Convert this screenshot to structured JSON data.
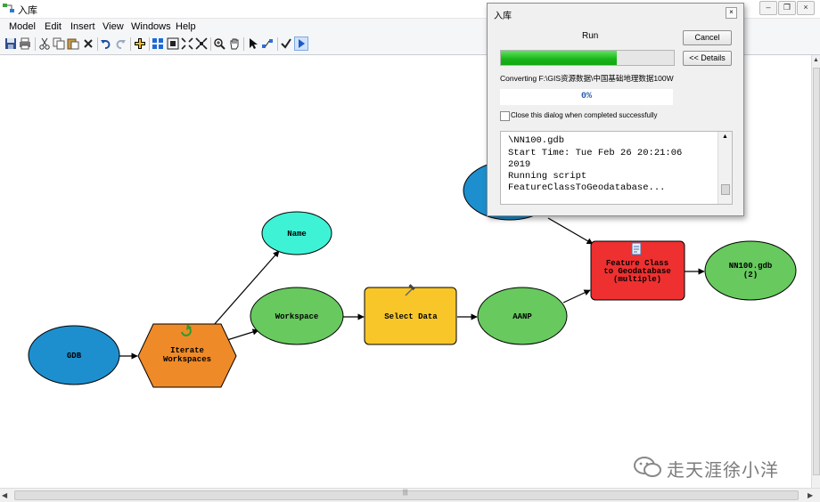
{
  "window": {
    "title": "入库",
    "controls": [
      "minimize-icon",
      "restore-icon",
      "close-icon"
    ]
  },
  "menu": [
    "Model",
    "Edit",
    "Insert",
    "View",
    "Windows",
    "Help"
  ],
  "toolbar_icons": [
    "save-icon",
    "print-icon",
    "cut-icon",
    "copy-icon",
    "paste-icon",
    "delete-icon",
    "undo-icon",
    "redo-icon",
    "add-data-icon",
    "auto-layout-icon",
    "full-extent-icon",
    "fixed-zoom-in-icon",
    "fixed-zoom-out-icon",
    "zoom-in-icon",
    "pan-icon",
    "select-icon",
    "connect-icon",
    "validate-icon",
    "run-icon"
  ],
  "model": {
    "nodes": [
      {
        "id": "gdb",
        "type": "variable",
        "label": [
          "GDB"
        ],
        "color": "#1e8fce"
      },
      {
        "id": "iterate",
        "type": "iterator",
        "label": [
          "Iterate",
          "Workspaces"
        ],
        "color": "#ef8a28"
      },
      {
        "id": "name",
        "type": "output",
        "label": [
          "Name"
        ],
        "color": "#3ef2d6"
      },
      {
        "id": "workspace",
        "type": "output",
        "label": [
          "Workspace"
        ],
        "color": "#67c95e"
      },
      {
        "id": "select-data",
        "type": "tool",
        "label": [
          "Select Data"
        ],
        "color": "#f8c628"
      },
      {
        "id": "aanp",
        "type": "output",
        "label": [
          "AANP"
        ],
        "color": "#67c95e"
      },
      {
        "id": "partial-input",
        "type": "variable",
        "label": [],
        "color": "#1e8fce"
      },
      {
        "id": "fc-to-gdb",
        "type": "tool",
        "label": [
          "Feature Class",
          "to Geodatabase",
          "(multiple)"
        ],
        "color": "#ef3030"
      },
      {
        "id": "nn100",
        "type": "output",
        "label": [
          "NN100.gdb",
          "(2)"
        ],
        "color": "#67c95e"
      }
    ]
  },
  "dialog": {
    "title": "入库",
    "status": "Run",
    "cancel_label": "Cancel",
    "details_label": "<< Details",
    "progress": 0.67,
    "progress_color": "#18b418",
    "message": "Converting F:\\GIS资源数据\\中国基础地理数据100W",
    "percent": "0%",
    "close_when_done_label": "Close this dialog when completed successfully",
    "close_when_done_checked": false,
    "log_lines": [
      "\\NN100.gdb",
      "Start Time: Tue Feb 26 20:21:06",
      "2019",
      "Running script",
      "FeatureClassToGeodatabase..."
    ]
  },
  "watermark": {
    "text": "走天涯徐小洋",
    "icon": "wechat-icon"
  }
}
